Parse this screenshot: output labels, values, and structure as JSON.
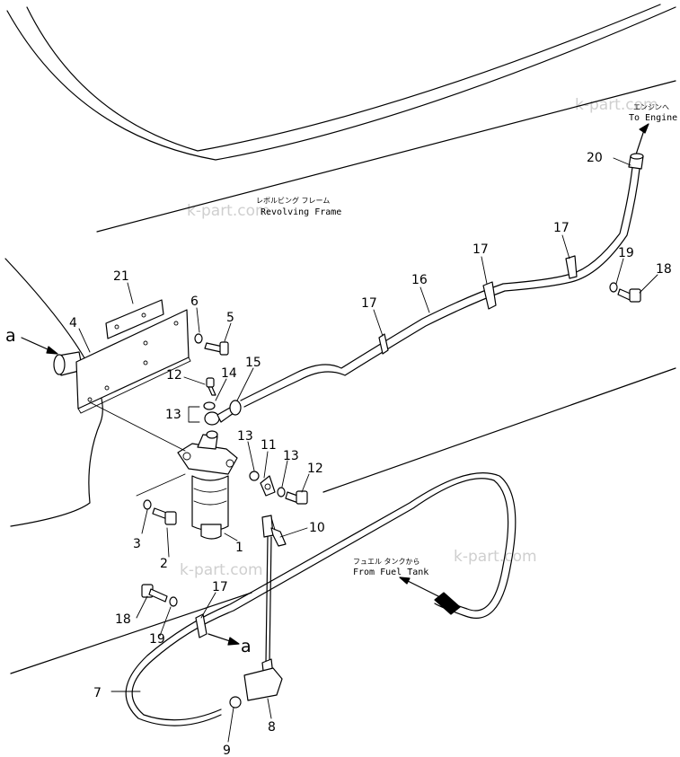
{
  "labels": {
    "revolving_frame_jp": "レボルビング フレーム",
    "revolving_frame_en": "Revolving Frame",
    "engine_jp": "エンジンへ",
    "engine_en": "To Engine",
    "fuel_tank_jp": "フュエル タンクから",
    "fuel_tank_en": "From Fuel Tank",
    "ref_a_top": "a",
    "ref_a_bottom": "a"
  },
  "watermark": "k-part.com",
  "callouts": {
    "c1": "1",
    "c2": "2",
    "c3": "3",
    "c4": "4",
    "c5": "5",
    "c6": "6",
    "c7": "7",
    "c8": "8",
    "c9": "9",
    "c10": "10",
    "c11": "11",
    "c12a": "12",
    "c12b": "12",
    "c13a": "13",
    "c13b": "13",
    "c13c": "13",
    "c14": "14",
    "c15": "15",
    "c16": "16",
    "c17a": "17",
    "c17b": "17",
    "c17c": "17",
    "c17d": "17",
    "c18a": "18",
    "c18b": "18",
    "c19a": "19",
    "c19b": "19",
    "c20": "20",
    "c21": "21"
  }
}
